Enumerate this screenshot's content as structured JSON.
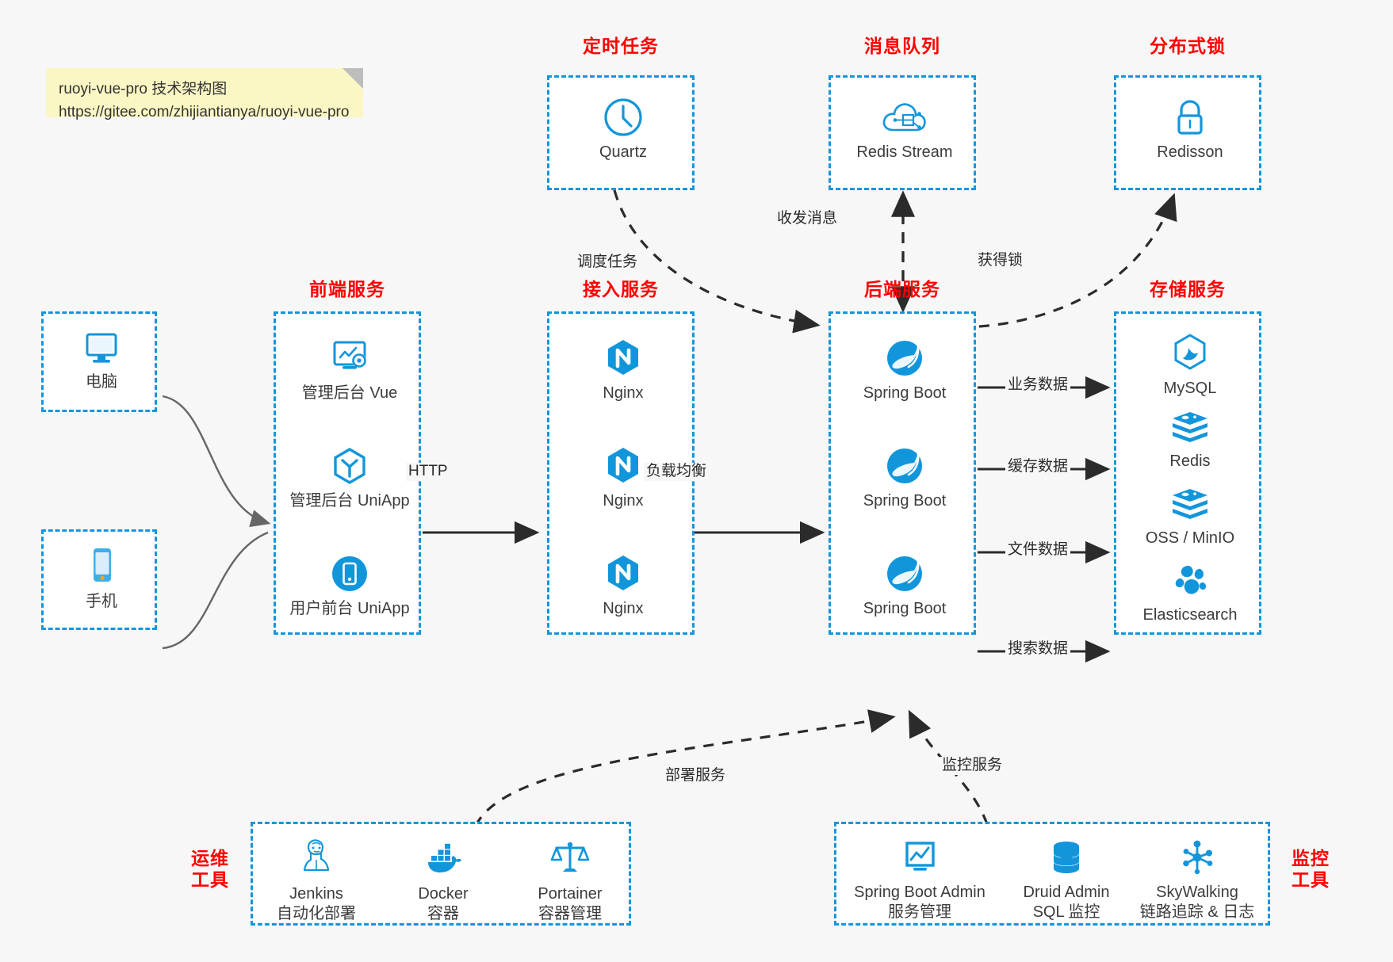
{
  "note": {
    "line1": "ruoyi-vue-pro 技术架构图",
    "line2": "https://gitee.com/zhijiantianya/ruoyi-vue-pro"
  },
  "captions": {
    "scheduler": "定时任务",
    "mq": "消息队列",
    "lock": "分布式锁",
    "frontend": "前端服务",
    "gateway": "接入服务",
    "backend": "后端服务",
    "storage": "存储服务",
    "devops_line1": "运维",
    "devops_line2": "工具",
    "monitor_line1": "监控",
    "monitor_line2": "工具"
  },
  "nodes": {
    "quartz": "Quartz",
    "redis_stream": "Redis Stream",
    "redisson": "Redisson",
    "pc": "电脑",
    "mobile": "手机",
    "admin_vue": "管理后台 Vue",
    "admin_uniapp": "管理后台 UniApp",
    "user_uniapp": "用户前台 UniApp",
    "nginx1": "Nginx",
    "nginx2": "Nginx",
    "nginx3": "Nginx",
    "springboot1": "Spring Boot",
    "springboot2": "Spring Boot",
    "springboot3": "Spring Boot",
    "mysql": "MySQL",
    "redis": "Redis",
    "oss": "OSS / MinIO",
    "elasticsearch": "Elasticsearch",
    "jenkins_name": "Jenkins",
    "jenkins_desc": "自动化部署",
    "docker_name": "Docker",
    "docker_desc": "容器",
    "portainer_name": "Portainer",
    "portainer_desc": "容器管理",
    "sba_name": "Spring Boot Admin",
    "sba_desc": "服务管理",
    "druid_name": "Druid Admin",
    "druid_desc": "SQL 监控",
    "skywalking_name": "SkyWalking",
    "skywalking_desc": "链路追踪 & 日志"
  },
  "edges": {
    "schedule_task": "调度任务",
    "mq_message": "收发消息",
    "get_lock": "获得锁",
    "http": "HTTP",
    "load_balance": "负载均衡",
    "business_data": "业务数据",
    "cache_data": "缓存数据",
    "file_data": "文件数据",
    "search_data": "搜索数据",
    "deploy_service": "部署服务",
    "monitor_service": "监控服务"
  },
  "colors": {
    "accent": "#1296db",
    "caption": "#ff0000",
    "edge": "#2b2b2b",
    "background": "#f7f7f7",
    "note": "#fbf7c4"
  }
}
